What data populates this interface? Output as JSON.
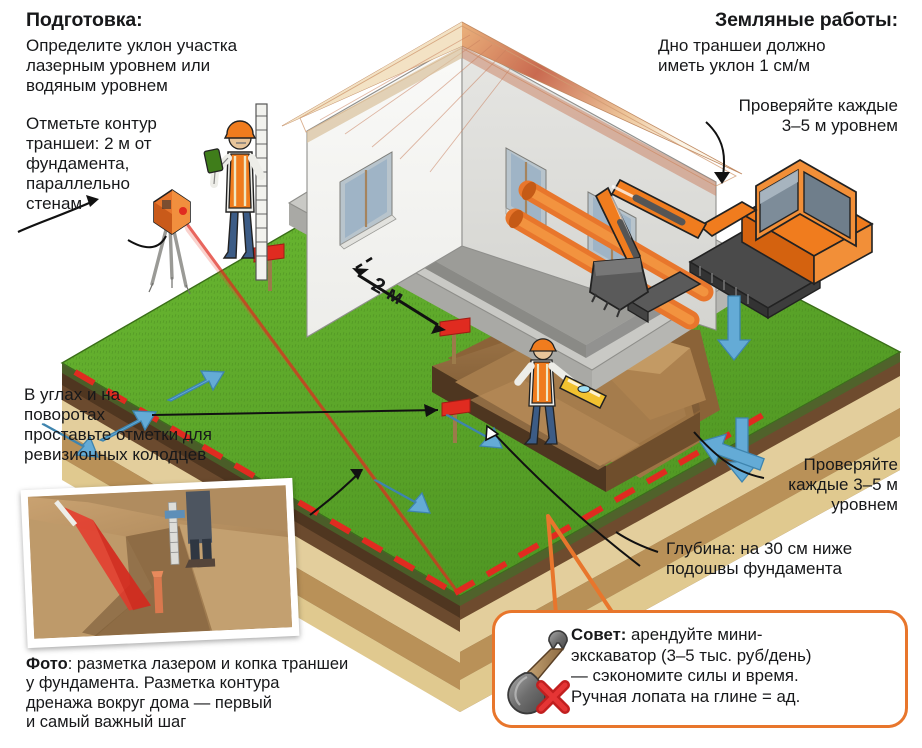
{
  "meta": {
    "title": "Подготовка и земляные работы — разметка и копка траншеи дренажа",
    "accent_orange": "#E8762C",
    "grass_green": "#5BA32B",
    "marker_red": "#E02B20",
    "water_blue": "#64ABD6",
    "soil_dark": "#6B4A2E",
    "soil_sand": "#E0CC9A",
    "soil_clay": "#C2A06A",
    "text_color": "#17181a"
  },
  "left_column": {
    "heading": "Подготовка:",
    "para1": [
      "Определите уклон участка",
      "лазерным уровнем или",
      "водяным уровнем"
    ],
    "para2": [
      "Отметьте контур",
      "траншеи: 2 м от",
      "фундамента,",
      "параллельно",
      "стенам"
    ],
    "para3": [
      "В углах и на",
      "поворотах",
      "проставьте отметки для",
      "ревизионных колодцев"
    ]
  },
  "right_column": {
    "heading": "Земляные работы:",
    "para1": [
      "Дно траншеи должно",
      "иметь уклон 1 см/м"
    ],
    "para2": [
      "Проверяйте каждые",
      "3–5 м уровнем"
    ],
    "para3": [
      "Проверяйте",
      "каждые 3–5 м",
      "уровнем"
    ],
    "para4": [
      "Глубина: на 30 см ниже",
      "подошвы фундамента"
    ]
  },
  "dimension_label": "2 м",
  "photo_caption": {
    "bold_lead": "Фото",
    "rest_line1": ": разметка лазером и копка траншеи",
    "line2": "у фундамента. Разметка контура",
    "line3": "дренажа вокруг дома — первый",
    "line4": "и самый важный шаг"
  },
  "tip": {
    "bold_lead": "Совет:",
    "line1_rest": " арендуйте мини-",
    "line2": "экскаватор (3–5 тыс. руб/день)",
    "line3": "— сэкономите силы и время.",
    "line4": "Ручная лопата на глине = ад."
  },
  "icons": {
    "shovel": "shovel-icon",
    "cross": "red-cross-icon",
    "laser_level": "laser-level-tripod-icon",
    "excavator": "mini-excavator-icon",
    "worker": "worker-icon",
    "stake": "survey-stake-icon",
    "bubble_level": "bubble-level-icon",
    "pipe": "drainage-pipe-icon",
    "water_arrow": "water-flow-arrow-icon"
  }
}
